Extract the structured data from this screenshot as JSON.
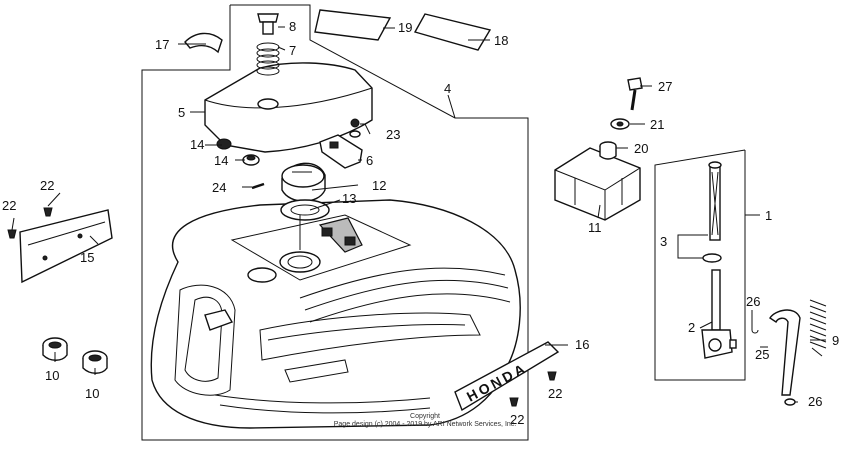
{
  "labels": {
    "l1": "1",
    "l2": "2",
    "l3": "3",
    "l4": "4",
    "l5": "5",
    "l6": "6",
    "l7": "7",
    "l8": "8",
    "l9": "9",
    "l10a": "10",
    "l10b": "10",
    "l11": "11",
    "l12": "12",
    "l13": "13",
    "l14a": "14",
    "l14b": "14",
    "l15": "15",
    "l16": "16",
    "l17": "17",
    "l18": "18",
    "l19": "19",
    "l20": "20",
    "l21": "21",
    "l22a": "22",
    "l22b": "22",
    "l22c": "22",
    "l22d": "22",
    "l23": "23",
    "l24": "24",
    "l25": "25",
    "l26a": "26",
    "l26b": "26",
    "l27": "27"
  },
  "emblem_text": "HONDA",
  "copyright": {
    "line1": "Copyright",
    "line2": "Page design (c) 2004 - 2019 by ARI Network Services, Inc."
  }
}
